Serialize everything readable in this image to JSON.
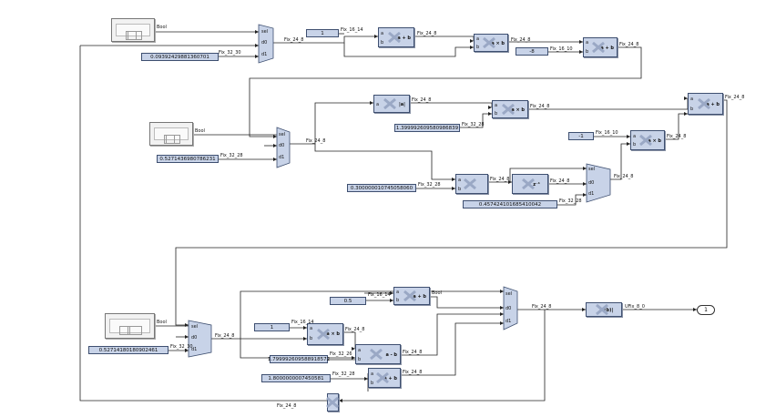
{
  "labels": {
    "fix_24_8": "Fix_24_8",
    "fix_16_14": "Fix_16_14",
    "fix_16_10": "Fix_16_10",
    "fix_32_30": "Fix_32_30",
    "fix_32_28": "Fix_32_28",
    "fix_32_26": "Fix_32_26",
    "ufix_8_0": "UFix_8_0",
    "bool": "Bool"
  },
  "ports": {
    "sel": "sel",
    "d0": "d0",
    "d1": "d1",
    "a": "a",
    "b": "b"
  },
  "ops": {
    "a_plus_b": "a + b",
    "a_times_b": "a × b",
    "a_minus_b": "a - b",
    "abs_a": "|a|",
    "abs_ab": "|a(b)|",
    "z_inv": "z⁻¹"
  },
  "constants": {
    "c1": "0.09392429881360701",
    "c2": "1",
    "c3": "-8",
    "c4": "0.5271436980786231",
    "c5": "1.399992609580986839",
    "c6": "-1",
    "c7": "0.300000010745058060",
    "c8": "0.457424101685410042",
    "c9": "0.5",
    "c10": "1",
    "c11": "0.52714180180902461",
    "c12": "1.799992609588918572",
    "c13": "1.8000000007450581"
  },
  "outport": "1",
  "colors": {
    "block_fill": "#c8d3e8",
    "block_border": "#3e4f70",
    "wire": "#222222"
  }
}
